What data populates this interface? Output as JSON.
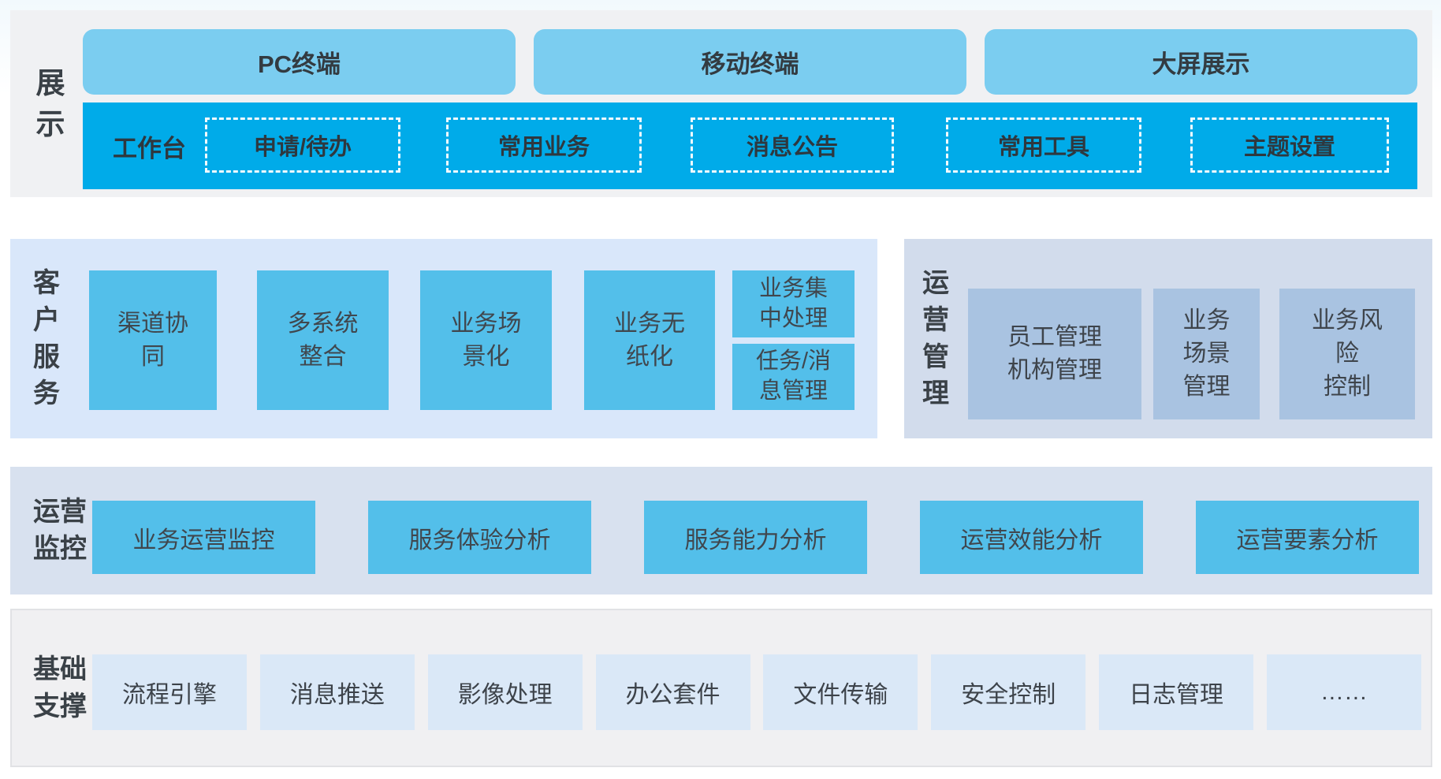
{
  "palette": {
    "bright_blue": "#00abe9",
    "sky_blue": "#53bfea",
    "light_blue_bar": "#7bcdf0",
    "muted_blue_box": "#a9c3e1",
    "customer_service_bg": "#d9e7fa",
    "operation_mgmt_bg": "#d2dcec",
    "monitor_bg": "#d8e1ef",
    "display_bg": "#f0f1f3",
    "foundation_bg": "#f0f0f2",
    "foundation_box": "#dae8f7",
    "text_dark": "#3b4248"
  },
  "display_band": {
    "label": "展\n示",
    "terminals": [
      "PC终端",
      "移动终端",
      "大屏展示"
    ],
    "workbench": {
      "label": "工作台",
      "items": [
        "申请/待办",
        "常用业务",
        "消息公告",
        "常用工具",
        "主题设置"
      ]
    }
  },
  "customer_service_band": {
    "label": "客\n户\n服\n务",
    "boxes": [
      "渠道协\n同",
      "多系统\n整合",
      "业务场\n景化",
      "业务无\n纸化"
    ],
    "stacked_boxes": [
      "业务集\n中处理",
      "任务/消\n息管理"
    ]
  },
  "operation_mgmt_band": {
    "label": "运\n营\n管\n理",
    "boxes": [
      "员工管理\n机构管理",
      "业务\n场景\n管理",
      "业务风\n险\n控制"
    ]
  },
  "operation_monitor_band": {
    "label": "运营\n监控",
    "boxes": [
      "业务运营监控",
      "服务体验分析",
      "服务能力分析",
      "运营效能分析",
      "运营要素分析"
    ]
  },
  "foundation_band": {
    "label": "基础\n支撑",
    "boxes": [
      "流程引擎",
      "消息推送",
      "影像处理",
      "办公套件",
      "文件传输",
      "安全控制",
      "日志管理",
      "……"
    ]
  }
}
